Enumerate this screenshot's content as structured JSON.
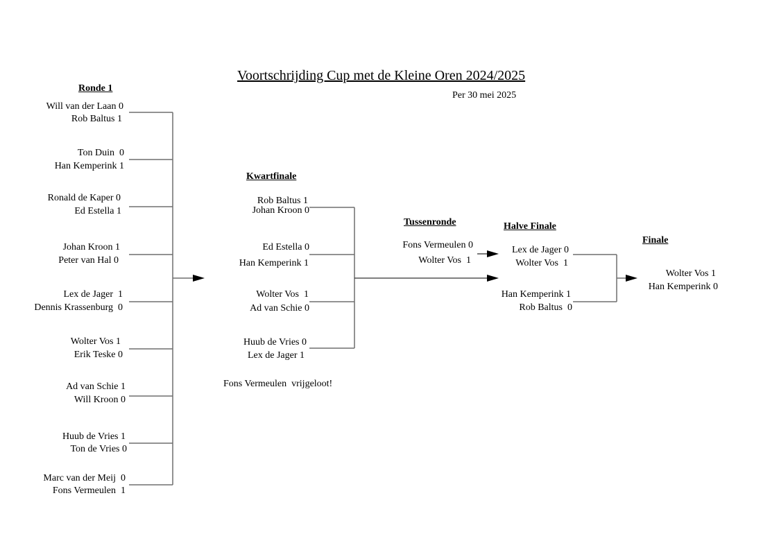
{
  "title": "Voortschrijding Cup met de Kleine Oren 2024/2025",
  "subtitle": "Per 30 mei 2025",
  "rounds": {
    "ronde1": {
      "label": "Ronde 1",
      "matches": [
        {
          "p1": "Will van der Laan 0",
          "p2": "Rob Baltus 1"
        },
        {
          "p1": "Ton Duin  0",
          "p2": "Han Kemperink 1"
        },
        {
          "p1": "Ronald de Kaper 0",
          "p2": "Ed Estella 1"
        },
        {
          "p1": "Johan Kroon 1",
          "p2": "Peter van Hal 0"
        },
        {
          "p1": "Lex de Jager  1",
          "p2": "Dennis Krassenburg  0"
        },
        {
          "p1": "Wolter Vos 1",
          "p2": "Erik Teske 0"
        },
        {
          "p1": "Ad van Schie 1",
          "p2": "Will Kroon 0"
        },
        {
          "p1": "Huub de Vries 1",
          "p2": "Ton de Vries 0"
        },
        {
          "p1": "Marc van der Meij  0",
          "p2": "Fons Vermeulen  1"
        }
      ]
    },
    "kwartfinale": {
      "label": "Kwartfinale",
      "matches": [
        {
          "p1": "Rob Baltus 1",
          "p2": "Johan Kroon 0"
        },
        {
          "p1": "Ed Estella 0",
          "p2": "Han Kemperink 1"
        },
        {
          "p1": "Wolter Vos  1",
          "p2": "Ad van Schie 0"
        },
        {
          "p1": "Huub de Vries 0",
          "p2": "Lex de Jager 1"
        }
      ],
      "bye_note": "Fons Vermeulen  vrijgeloot!"
    },
    "tussenronde": {
      "label": "Tussenronde",
      "matches": [
        {
          "p1": "Fons Vermeulen 0",
          "p2": "Wolter Vos  1"
        }
      ]
    },
    "halve_finale": {
      "label": "Halve Finale",
      "matches": [
        {
          "p1": "Lex de Jager 0",
          "p2": "Wolter Vos  1"
        },
        {
          "p1": "Han Kemperink 1",
          "p2": "Rob Baltus  0"
        }
      ]
    },
    "finale": {
      "label": "Finale",
      "matches": [
        {
          "p1": "Wolter Vos 1",
          "p2": "Han Kemperink 0"
        }
      ]
    }
  },
  "colors": {
    "line": "#6e6e6e",
    "arrow": "#000000",
    "text": "#000000"
  }
}
